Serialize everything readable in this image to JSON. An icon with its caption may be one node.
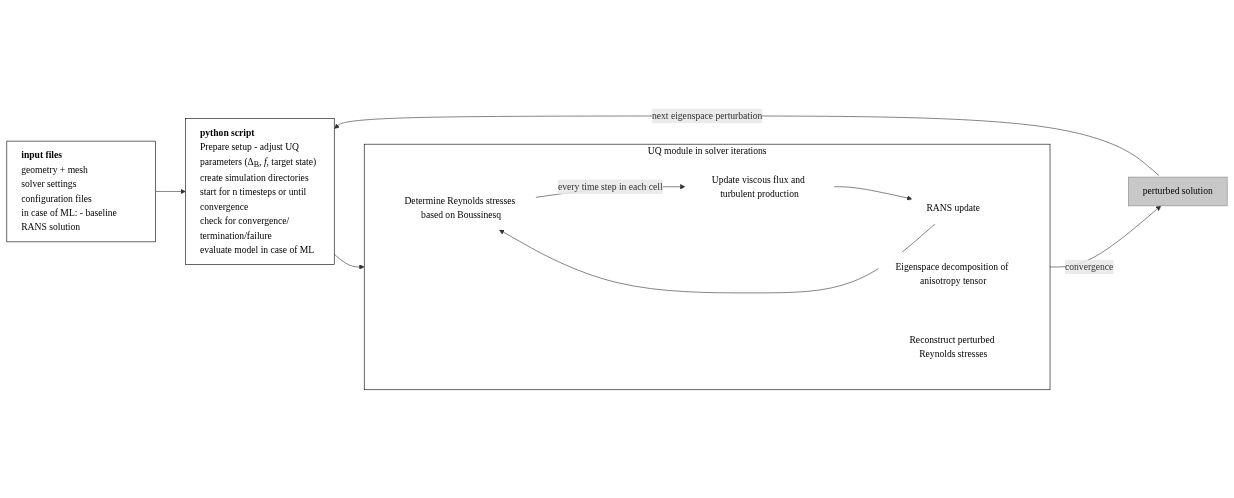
{
  "diagram": {
    "nodes": [
      {
        "text": [
          "input files",
          "geometry + mesh",
          "solver settings",
          "configuration files",
          "in case of ML: - baseline RANS solution"
        ]
      },
      {
        "text": [
          "python script",
          "Prepare setup - adjust UQ parameters (Δ$_{B}$, *f*, target state)",
          "create simulation directories",
          "start for n timesteps or until convergence",
          "check for convergence/ termination/failure",
          "evaluate model in case of ML"
        ]
      },
      {
        "text": [
          "UQ module in solver iterations"
        ]
      },
      {
        "text": [
          "Determine Reynolds stresses based on Boussinesq"
        ],
        "in": 2
      },
      {
        "text": [
          "Eigenspace decomposition of anisotropy tensor"
        ],
        "in": 2
      },
      {
        "text": [
          "Reconstruct perturbed Reynolds stresses"
        ],
        "in": 2
      },
      {
        "text": [
          "Update viscous flux and turbulent production"
        ],
        "in": 2
      },
      {
        "text": [
          "RANS update"
        ],
        "in": 2
      },
      {
        "text": [
          "perturbed solution"
        ]
      }
    ],
    "edges": [
      {
        "from": 0,
        "to": 1,
        "arrow": "to"
      },
      {
        "from": 1,
        "to": 2,
        "arrow": "to"
      },
      {
        "from": 3,
        "to": 6,
        "arrow": "to",
        "label": "every time step in each cell"
      },
      {
        "from": 6,
        "to": 7,
        "arrow": "to"
      },
      {
        "from": 7,
        "to": 3,
        "arrow": "to"
      },
      {
        "from": 2,
        "to": 8,
        "arrow": "to",
        "label": "convergence"
      },
      {
        "from": 8,
        "to": 1,
        "arrow": "to",
        "label": "next eigenspace perturbation"
      }
    ]
  }
}
